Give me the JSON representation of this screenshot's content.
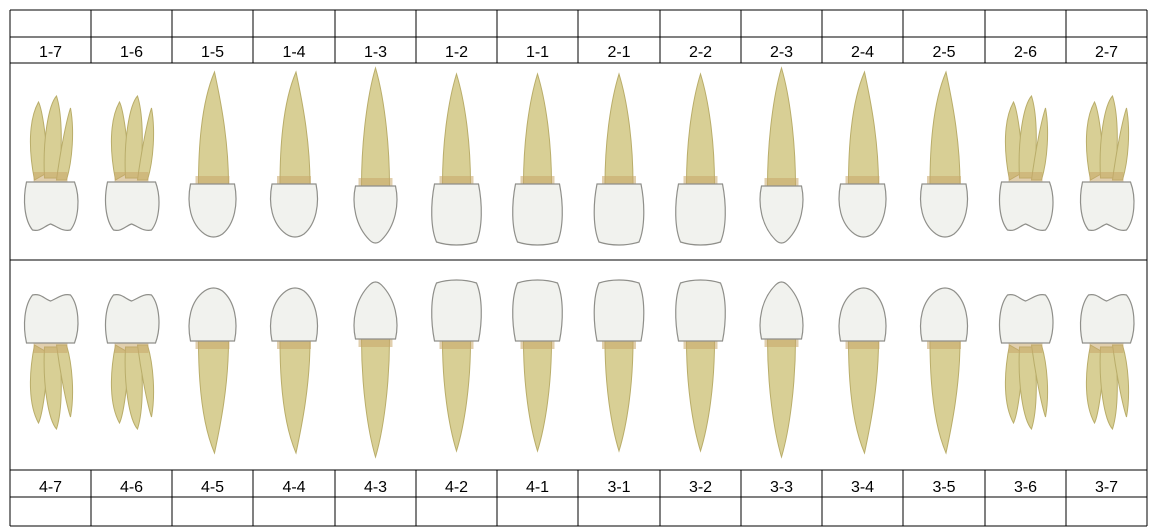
{
  "upper_labels": [
    "1-7",
    "1-6",
    "1-5",
    "1-4",
    "1-3",
    "1-2",
    "1-1",
    "2-1",
    "2-2",
    "2-3",
    "2-4",
    "2-5",
    "2-6",
    "2-7"
  ],
  "lower_labels": [
    "4-7",
    "4-6",
    "4-5",
    "4-4",
    "4-3",
    "4-2",
    "4-1",
    "3-1",
    "3-2",
    "3-3",
    "3-4",
    "3-5",
    "3-6",
    "3-7"
  ],
  "upper_types": [
    "molar",
    "molar",
    "premolar",
    "premolar",
    "canine",
    "incisor",
    "incisor",
    "incisor",
    "incisor",
    "canine",
    "premolar",
    "premolar",
    "molar",
    "molar"
  ],
  "lower_types": [
    "molar",
    "molar",
    "premolar",
    "premolar",
    "canine",
    "incisor",
    "incisor",
    "incisor",
    "incisor",
    "canine",
    "premolar",
    "premolar",
    "molar",
    "molar"
  ],
  "colors": {
    "grid": "#000000",
    "root": "#d8cf95",
    "root_shade": "#b9ad6a",
    "cej": "#c9a869",
    "crown": "#f1f2ee",
    "crown_edge": "#8f8f8a"
  }
}
